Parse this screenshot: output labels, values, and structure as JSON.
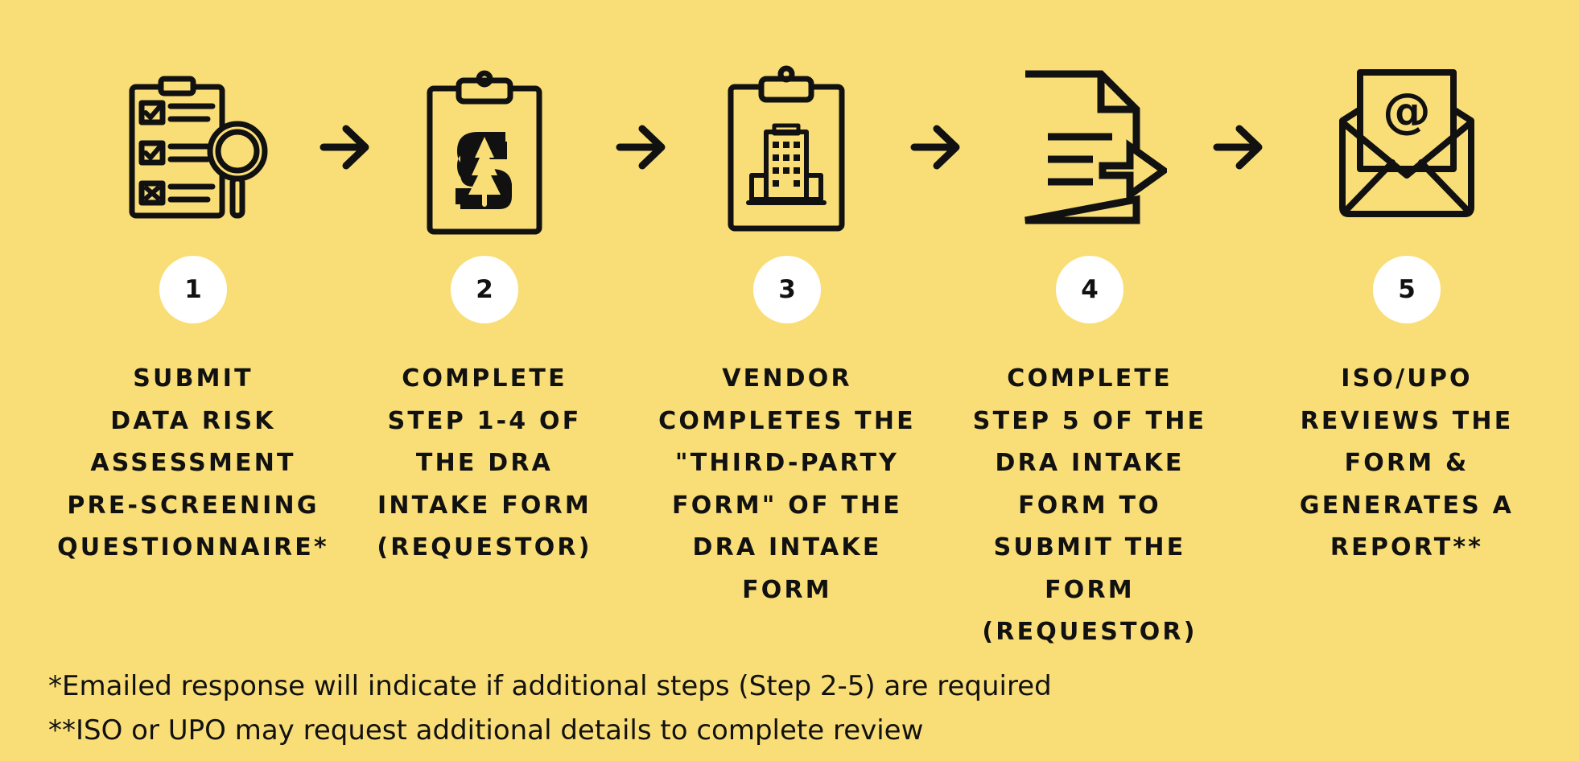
{
  "theme": {
    "background": "#f9de77",
    "ink": "#111111",
    "badge": "#ffffff"
  },
  "icons": [
    "checklist-magnifier-icon",
    "stanford-clipboard-icon",
    "building-clipboard-icon",
    "document-send-icon",
    "email-envelope-icon"
  ],
  "steps": [
    {
      "number": "1",
      "lines": [
        "SUBMIT",
        "DATA RISK",
        "ASSESSMENT",
        "PRE-SCREENING",
        "QUESTIONNAIRE*"
      ]
    },
    {
      "number": "2",
      "lines": [
        "COMPLETE",
        "STEP 1-4 OF",
        "THE DRA",
        "INTAKE FORM",
        "(REQUESTOR)"
      ]
    },
    {
      "number": "3",
      "lines": [
        "VENDOR",
        "COMPLETES THE",
        "\"THIRD-PARTY",
        "FORM\" OF THE",
        "DRA INTAKE",
        "FORM"
      ]
    },
    {
      "number": "4",
      "lines": [
        "COMPLETE",
        "STEP 5 OF THE",
        "DRA INTAKE",
        "FORM TO",
        "SUBMIT THE",
        "FORM",
        "(REQUESTOR)"
      ]
    },
    {
      "number": "5",
      "lines": [
        "ISO/UPO",
        "REVIEWS THE",
        "FORM &",
        "GENERATES A",
        "REPORT**"
      ]
    }
  ],
  "footnotes": {
    "first": "*Emailed response will indicate if additional steps (Step 2-5) are required",
    "second": "**ISO or UPO may request additional details to complete review"
  }
}
